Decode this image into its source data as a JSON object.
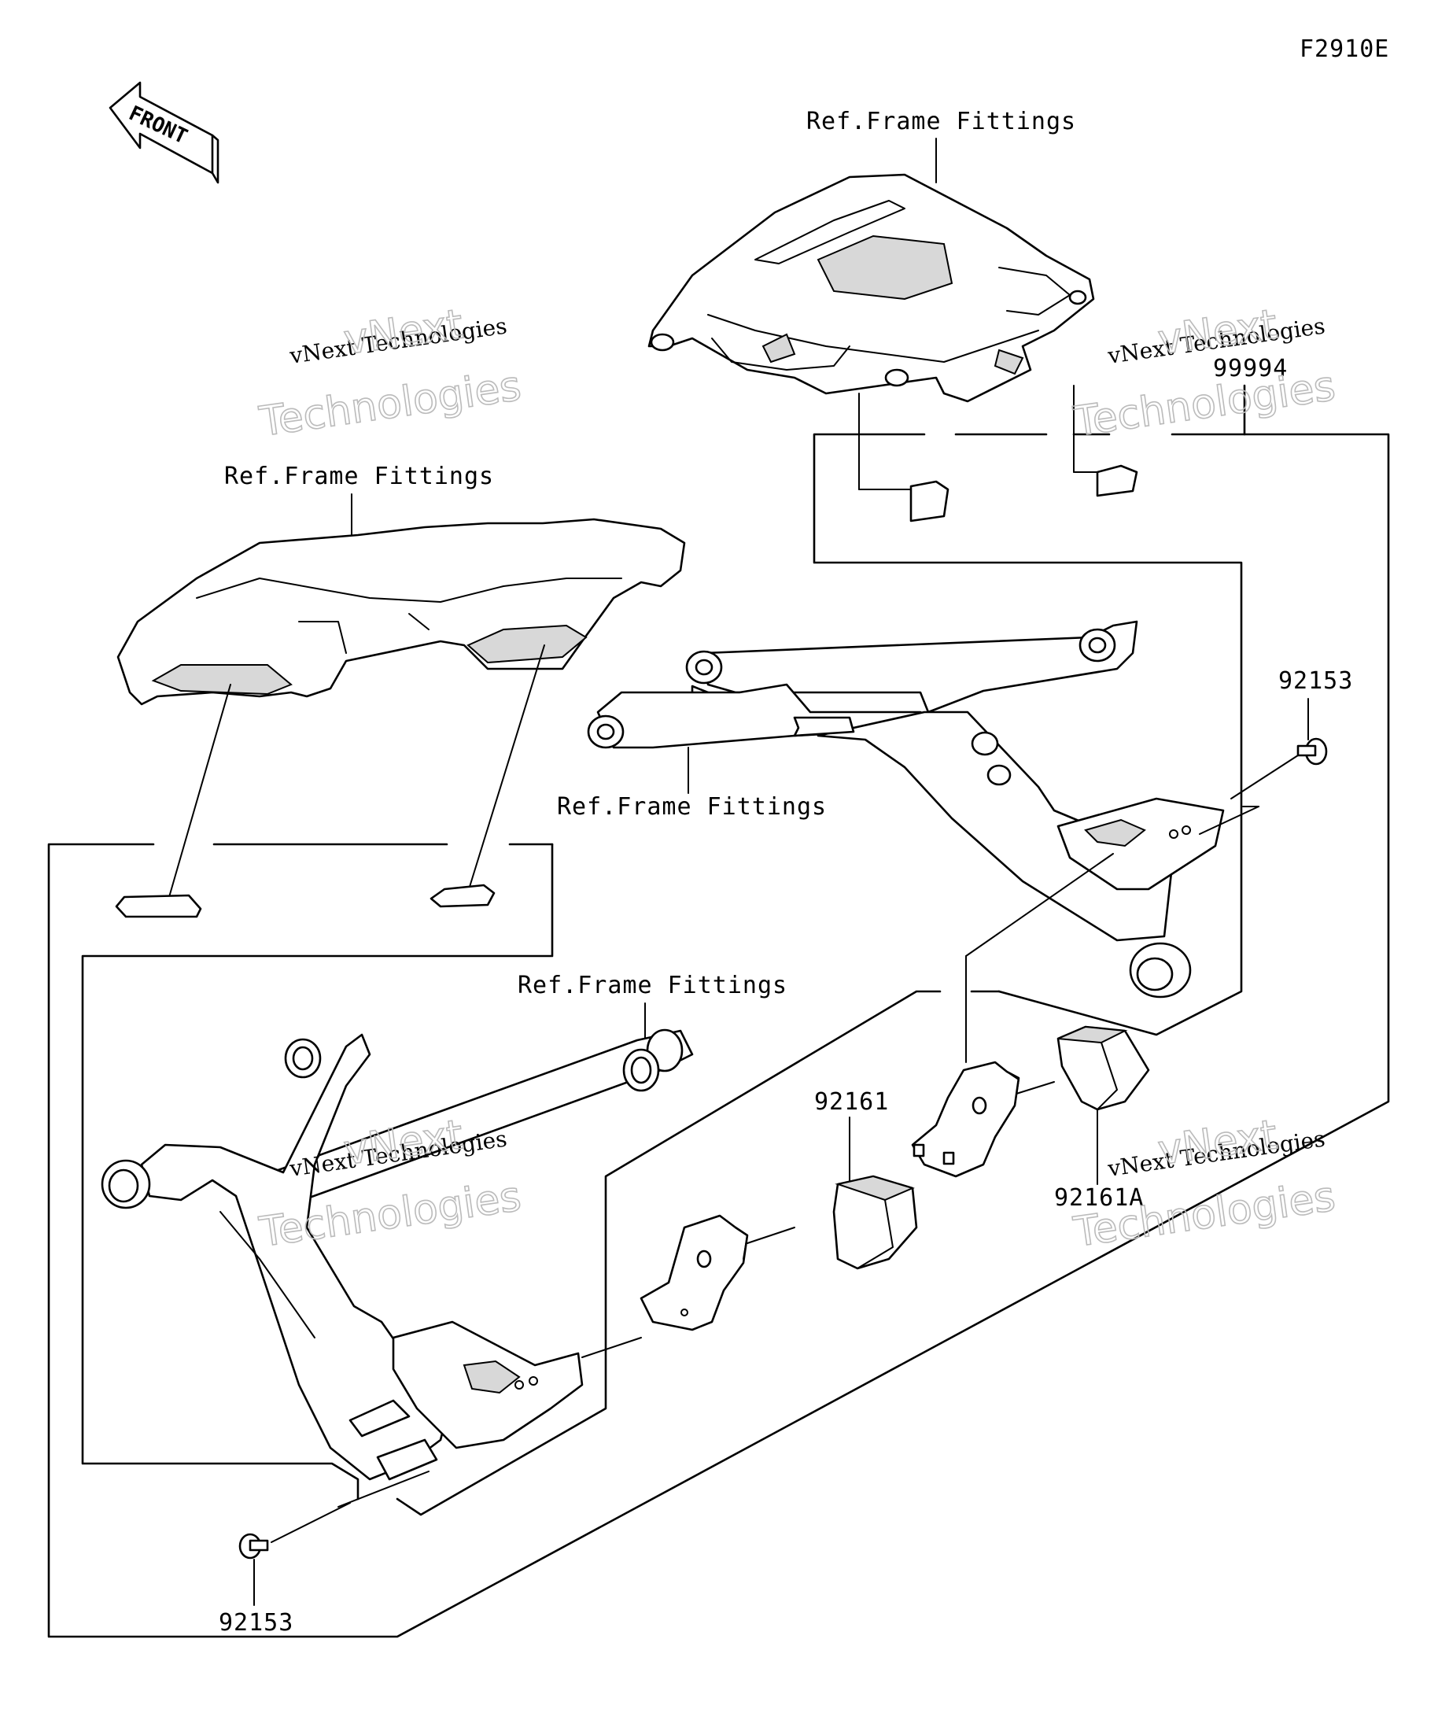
{
  "figure_code": "F2910E",
  "front_indicator": "FRONT",
  "ref_labels": [
    "Ref.Frame Fittings",
    "Ref.Frame Fittings",
    "Ref.Frame Fittings",
    "Ref.Frame Fittings"
  ],
  "part_numbers": {
    "kit_top": "99994",
    "bolt_right": "92153",
    "bolt_left": "92153",
    "slider_left": "92161",
    "slider_right": "92161A"
  },
  "watermarks": [
    {
      "line1": "vNext Technologies",
      "line2": "vNext",
      "line3": "Technologies"
    },
    {
      "line1": "vNext Technologies",
      "line2": "vNext",
      "line3": "Technologies"
    },
    {
      "line1": "vNext Technologies",
      "line2": "vNext",
      "line3": "Technologies"
    },
    {
      "line1": "vNext Technologies",
      "line2": "vNext",
      "line3": "Technologies"
    }
  ]
}
